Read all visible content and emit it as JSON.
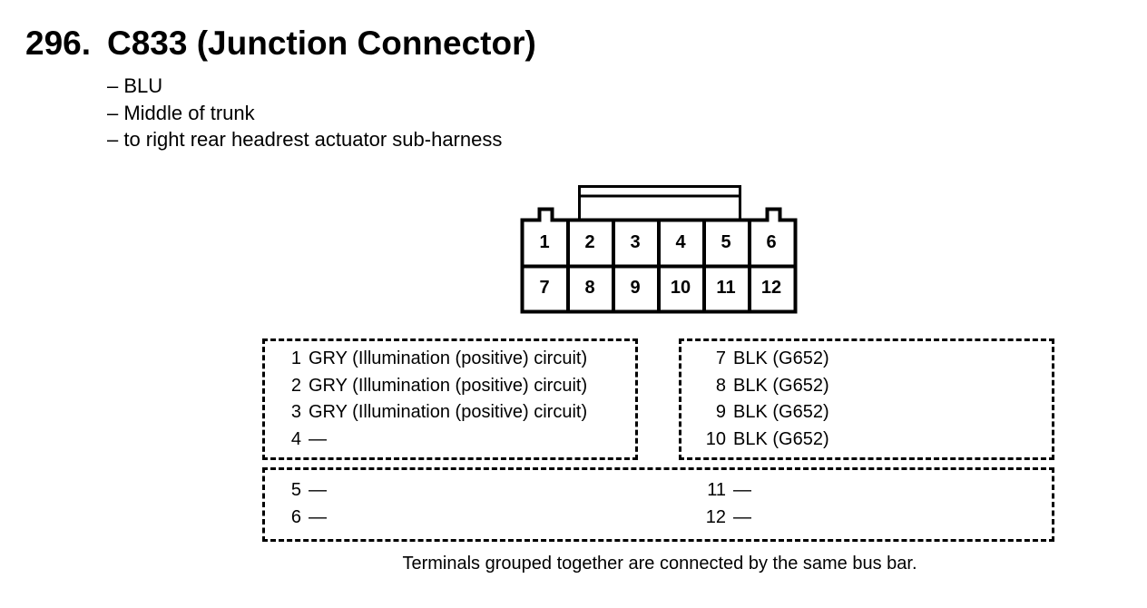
{
  "title": {
    "number": "296.",
    "name": "C833 (Junction Connector)"
  },
  "details": [
    "– BLU",
    "– Middle of trunk",
    "– to right rear headrest actuator sub-harness"
  ],
  "connector": {
    "top_row": [
      "1",
      "2",
      "3",
      "4",
      "5",
      "6"
    ],
    "bottom_row": [
      "7",
      "8",
      "9",
      "10",
      "11",
      "12"
    ]
  },
  "groups": {
    "group_a": [
      {
        "pin": "1",
        "desc": "GRY (Illumination (positive) circuit)"
      },
      {
        "pin": "2",
        "desc": "GRY (Illumination (positive) circuit)"
      },
      {
        "pin": "3",
        "desc": "GRY (Illumination (positive) circuit)"
      },
      {
        "pin": "4",
        "desc": "—"
      }
    ],
    "group_b": [
      {
        "pin": "7",
        "desc": "BLK (G652)"
      },
      {
        "pin": "8",
        "desc": "BLK (G652)"
      },
      {
        "pin": "9",
        "desc": "BLK (G652)"
      },
      {
        "pin": "10",
        "desc": "BLK (G652)"
      }
    ],
    "group_c": [
      {
        "pin": "5",
        "desc": "—"
      },
      {
        "pin": "6",
        "desc": "—"
      },
      {
        "pin": "11",
        "desc": "—"
      },
      {
        "pin": "12",
        "desc": "—"
      }
    ]
  },
  "footer": "Terminals grouped together are connected by the same bus bar."
}
